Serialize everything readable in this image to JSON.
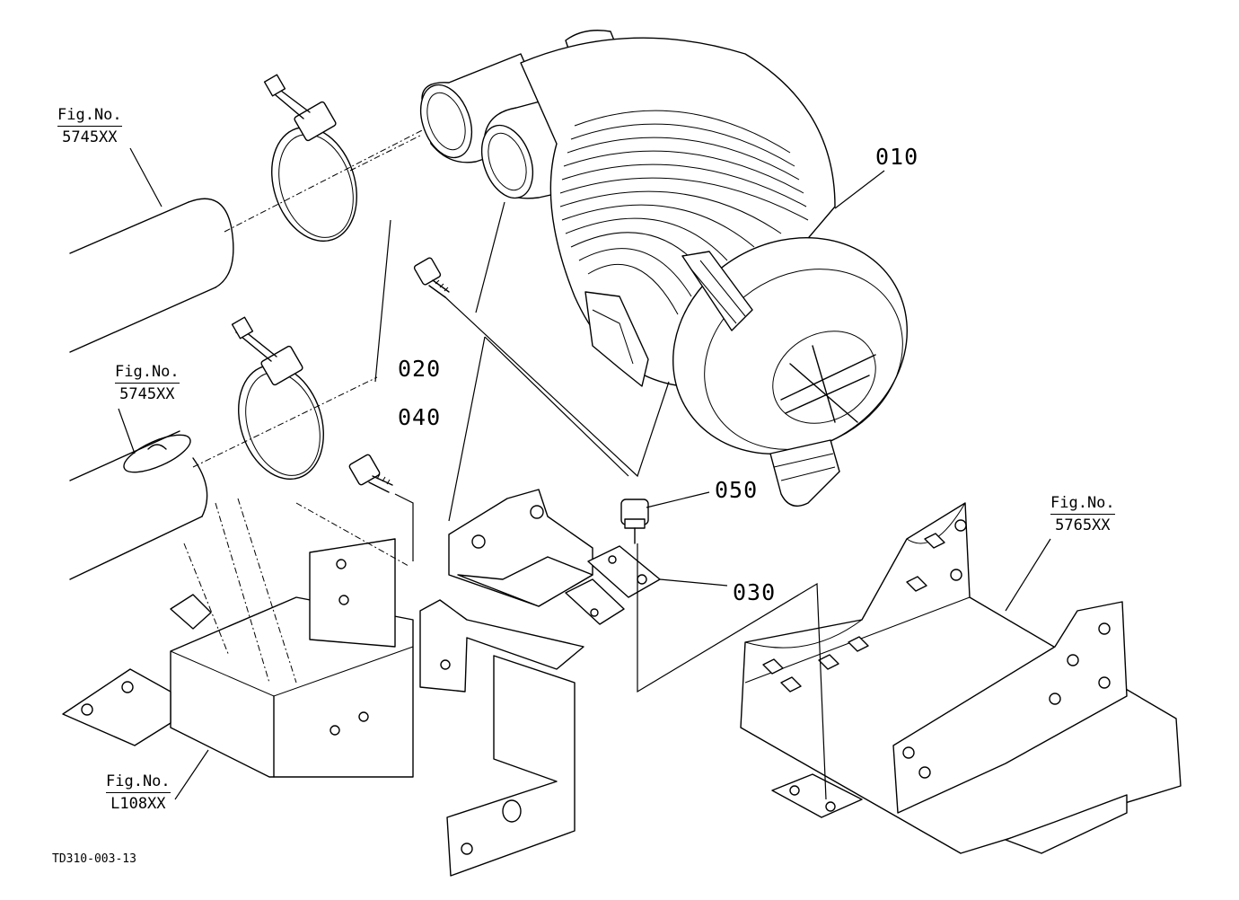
{
  "parts": [
    {
      "id": "p010",
      "number": "010"
    },
    {
      "id": "p020",
      "number": "020"
    },
    {
      "id": "p030",
      "number": "030"
    },
    {
      "id": "p040",
      "number": "040"
    },
    {
      "id": "p050",
      "number": "050"
    }
  ],
  "figure_refs": [
    {
      "id": "f1",
      "prefix": "Fig.No.",
      "number": "5745XX"
    },
    {
      "id": "f2",
      "prefix": "Fig.No.",
      "number": "5745XX"
    },
    {
      "id": "f3",
      "prefix": "Fig.No.",
      "number": "5765XX"
    },
    {
      "id": "f4",
      "prefix": "Fig.No.",
      "number": "L108XX"
    }
  ],
  "drawing_code": "TD310-003-13"
}
